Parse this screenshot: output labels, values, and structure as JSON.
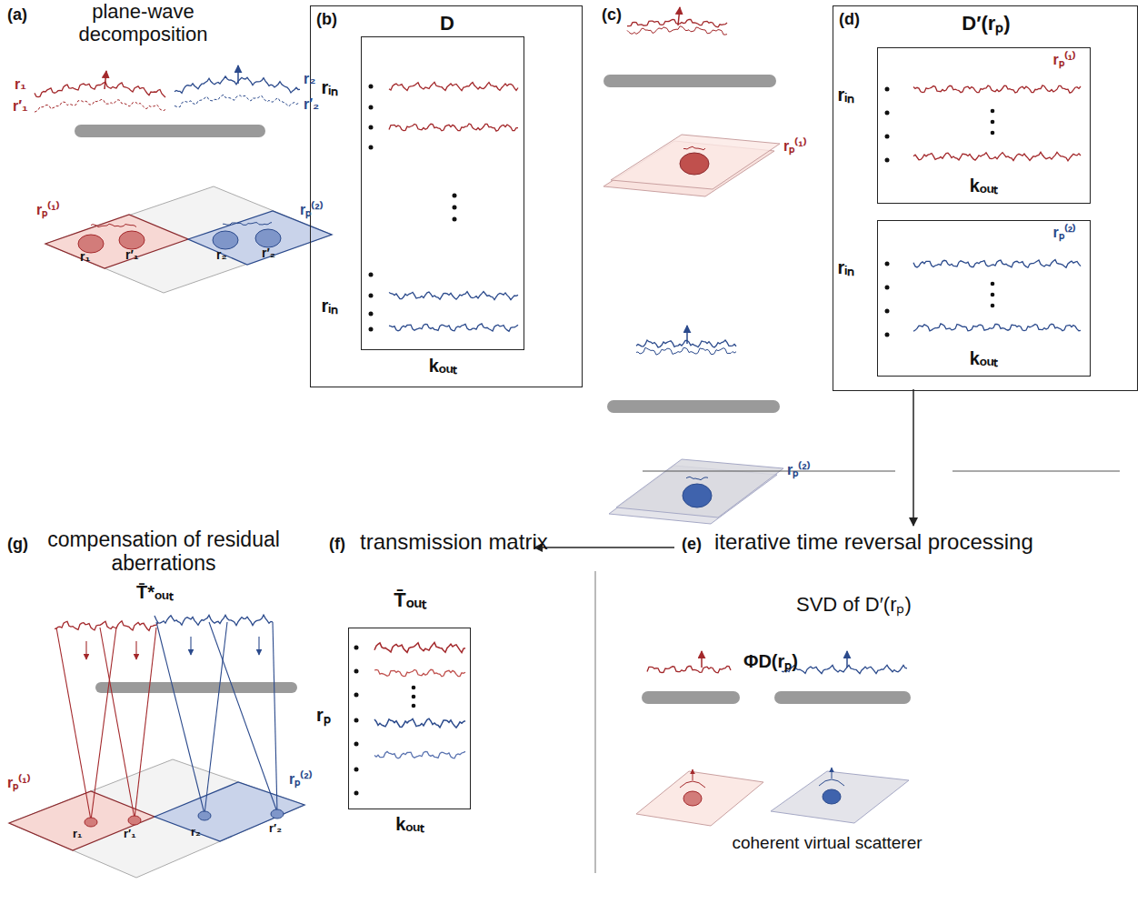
{
  "diagram": {
    "nodes": [
      {
        "text": [
          "(b)",
          "D"
        ]
      },
      {
        "text": [
          "rᵢₙ",
          "rᵢₙ",
          "kₒᵤₜ"
        ],
        "in": 0
      },
      {
        "text": [
          "(d)",
          "D′(rₚ)"
        ]
      },
      {
        "text": [
          "rₚ⁽¹⁾",
          "rᵢₙ",
          "kₒᵤₜ"
        ],
        "in": 2
      },
      {
        "text": [
          "rₚ⁽²⁾",
          "rᵢₙ",
          "kₒᵤₜ"
        ],
        "in": 2
      },
      {
        "text": [
          "T̄ₒᵤₜ",
          "rₚ",
          "kₒᵤₜ"
        ]
      }
    ],
    "labels": [
      "(a)",
      "plane-wave decomposition",
      "r₁",
      "r′₁",
      "r₂",
      "r′₂",
      "rₚ⁽¹⁾",
      "r₁",
      "r′₁",
      "r₂",
      "r′₂",
      "rₚ⁽²⁾",
      "(c)",
      "rₚ⁽¹⁾",
      "rₚ⁽²⁾",
      "(e)",
      "iterative time reversal processing",
      "SVD of D′(rₚ)",
      "ΦD(rₚ)",
      "coherent virtual scatterer",
      "(f)",
      "transmission matrix",
      "(g)",
      "compensation of residual aberrations",
      "T̄*ₒᵤₜ",
      "rₚ⁽¹⁾",
      "r₁",
      "r′₁",
      "r₂",
      "r′₂",
      "rₚ⁽²⁾"
    ]
  }
}
